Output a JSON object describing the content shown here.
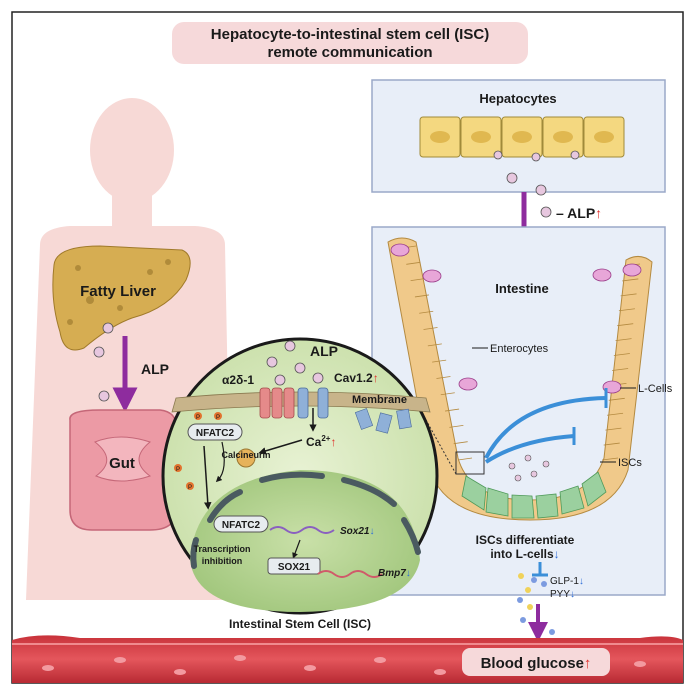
{
  "title": {
    "line1": "Hepatocyte-to-intestinal stem cell (ISC)",
    "line2": "remote communication"
  },
  "labels": {
    "hepatocytes": "Hepatocytes",
    "alp_secreted": "ALP",
    "intestine": "Intestine",
    "enterocytes": "Enterocytes",
    "l_cells": "L-Cells",
    "iscs": "ISCs",
    "iscs_differentiate_1": "ISCs differentiate",
    "iscs_differentiate_2": "into L-cells",
    "glp1": "GLP-1",
    "pyy": "PYY",
    "blood_glucose": "Blood glucose",
    "fatty_liver": "Fatty Liver",
    "alp_body": "ALP",
    "gut": "Gut",
    "alp_isc": "ALP",
    "a2d1": "α2δ-1",
    "cav12": "Cav1.2",
    "membrane": "Membrane",
    "nfatc2_cyto": "NFATC2",
    "calcineurin": "Calcineurin",
    "ca": "Ca",
    "ca_sup": "2+",
    "nfatc2_nuc": "NFATC2",
    "transcription_1": "Transcription",
    "transcription_2": "inhibition",
    "sox21_gene": "Sox21",
    "sox21_protein": "SOX21",
    "bmp7": "Bmp7",
    "isc_caption": "Intestinal Stem Cell (ISC)",
    "phospho": "P",
    "up_arrow": "↑",
    "down_arrow": "↓"
  },
  "colors": {
    "up": "#e0302a",
    "down": "#2f6fd8",
    "arrow_purple": "#8e2c9e",
    "inhibit_blue": "#3b8fd8",
    "title_box": "#f6d9da",
    "title_text": "#c2383f"
  }
}
